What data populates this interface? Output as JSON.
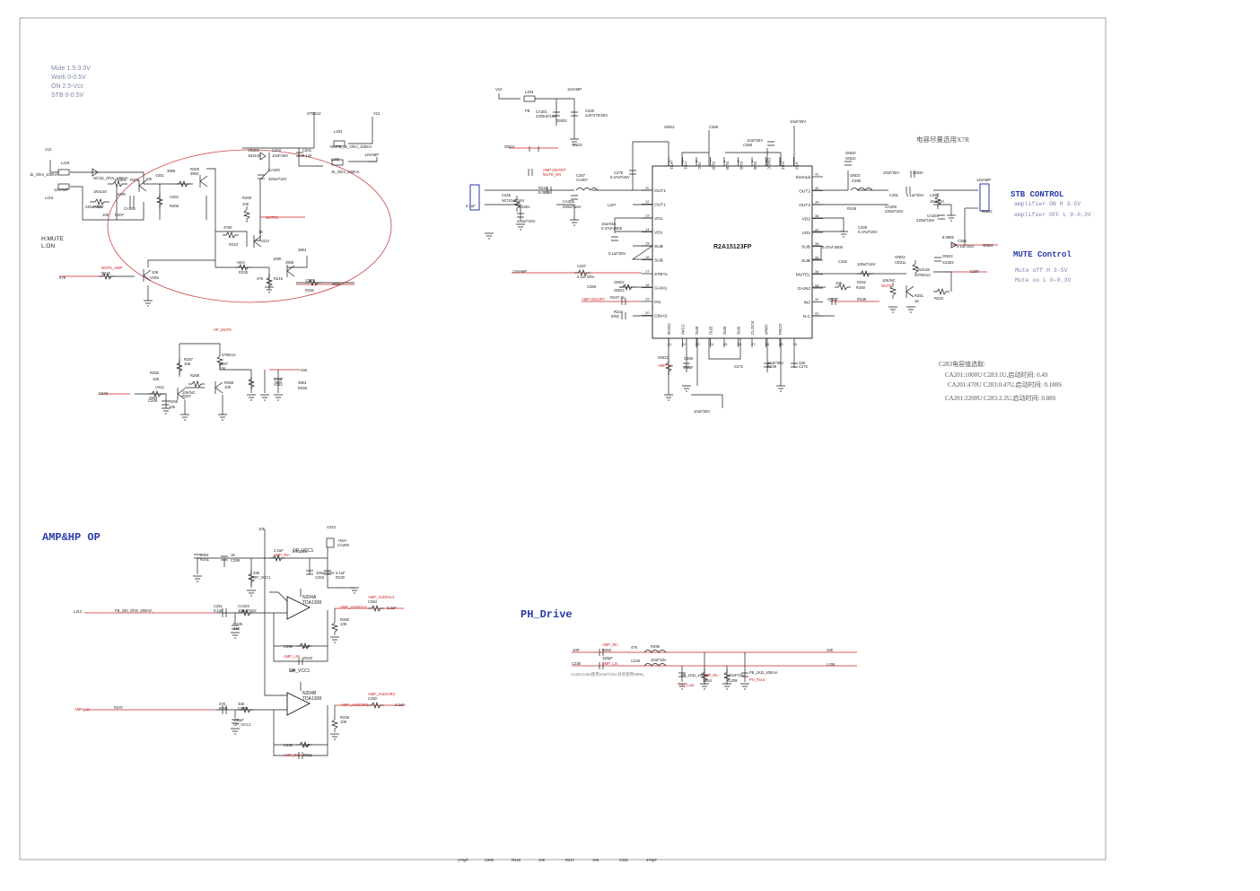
{
  "notes": {
    "mute_levels": [
      "Mute  1.5-3.0V",
      "Work  0-0.5V",
      "ON 2.5-Vcc",
      "STB 0-0.5V"
    ],
    "hmute": [
      "H:MUTE",
      "L:ON"
    ],
    "cap_note": "电容尽量选用X7R",
    "c283_title": "C283电容值选取:",
    "c283_rows": [
      "CA201:1000U   C283:1U,启动时间: 0.4S",
      "CA201:470U   C283:0.47U,启动时间: 0.188S",
      "CA201:2200U   C283:2.2U,启动时间: 0.88S"
    ],
    "ph_note": "C228,C254使用10uF/10V,封装使用0805。"
  },
  "titles": {
    "amp_hp": "AMP&HP OP",
    "ph_drive": "PH_Drive",
    "stb_control": "STB CONTROL",
    "stb_lines": [
      "amplifier ON H  3-5V",
      "amplifier OFF L  0-0.3V"
    ],
    "mute_control": "MUTE Control",
    "mute_lines": [
      "Mute off H  3-5V",
      "Mute on L   0-0.3V"
    ]
  },
  "ic": {
    "name": "R2A15123FP",
    "left_pins": [
      "OUT1",
      "OUT1",
      "VD1",
      "VD1",
      "SUB",
      "SUB",
      "STBYL",
      "GAIN1",
      "IN1",
      "CBIAS"
    ],
    "left_nums": [
      "11",
      "12",
      "13",
      "14",
      "15",
      "16",
      "17",
      "18",
      "19",
      "20"
    ],
    "right_pins": [
      "thermal",
      "OUT2",
      "OUT2",
      "VD2",
      "VD2",
      "SUB",
      "SUB",
      "MUTEL",
      "GAIN2",
      "IN2",
      "N.C"
    ],
    "right_nums": [
      "41",
      "40",
      "39",
      "38",
      "37",
      "36",
      "35",
      "34",
      "33",
      "32",
      "31"
    ],
    "top_pins": [
      "VS1",
      "HS1",
      "N.C",
      "SUB",
      "SUB",
      "SUB",
      "SUB",
      "DVCC",
      "HS2",
      "VS2"
    ],
    "top_nums": [
      "10",
      "9",
      "8",
      "7",
      "6",
      "5",
      "4",
      "3",
      "2",
      "1"
    ],
    "bottom_pins": [
      "ROSC",
      "AVCC",
      "SUB",
      "SUB",
      "SUB",
      "SUB",
      "CLOCK",
      "VREF",
      "PROT"
    ],
    "bottom_nums": [
      "21",
      "22",
      "23",
      "24",
      "25",
      "26",
      "27",
      "28",
      "29",
      "30"
    ]
  },
  "opamps": [
    {
      "ref": "N204A",
      "part": "TDA1308",
      "vcc": "OP_VCC1"
    },
    {
      "ref": "N204B",
      "part": "TDA1308",
      "vcc": "OP_VCC1"
    }
  ],
  "labels": [
    "V12",
    "12VAMP",
    "L203",
    "FB",
    "CA201",
    "2200uF/16V",
    "C226",
    "1uF/X7R/25V",
    "GND2",
    "GND3",
    "GND0",
    "V12",
    "STBS12",
    "L204",
    "NC/FB_1k_Ohm_100mA",
    "12VAMP",
    "VD202",
    "1N4148",
    "C204",
    "10uF/16V",
    "C202",
    "0.1uF",
    "L202",
    "1k_Ohm_100mA",
    "CA200",
    "220uF/16V",
    "R209",
    "10K",
    "MUTE1",
    "V12",
    "L218",
    "1k_Ohm_100mA",
    "12VAMP",
    "L219",
    "NC/1k_Ohm_100mA",
    "1N4148",
    "VD201",
    "R201",
    "100R",
    "CA206",
    "220uF/16V",
    "R204",
    "10K",
    "R207",
    "10K",
    "V201",
    "3906",
    "R205",
    "3804",
    "V202",
    "R206",
    "470K",
    "R210",
    "1K",
    "V313",
    "3904",
    "+5VA",
    "R226",
    "47K",
    "R216",
    "100K",
    "3906",
    "V307",
    "R282",
    "47K",
    "MUTE_AMP",
    "R224",
    "10K",
    "V205",
    "3904",
    "HP_MUTE",
    "STBS12",
    "R257",
    "10K",
    "R267",
    "10K",
    "R255",
    "10K",
    "R268",
    "10K/NC",
    "R267",
    "V312",
    "3904",
    "R259",
    "10K",
    "R258",
    "10K",
    "C249",
    "0.1uF",
    "V322",
    "3904",
    "R256",
    "10K",
    "C243",
    "0.1uF",
    "C245",
    "NC/10uF/16V",
    "AMP ON/OFF",
    "MUTE_EN",
    "XS201",
    "R242",
    "8.0805",
    "CA205",
    "220uF/16V",
    "C267",
    "CA207",
    "220uF/16V",
    "C278",
    "0.47uF/25V",
    "L207",
    "15uH/3A",
    "0.47uF,0805",
    "C269",
    "0.1uF/25V",
    "12VAMP",
    "C267",
    "0.1uF/25V",
    "GND2",
    "GND3",
    "AMP ON/OFF",
    "R247",
    "1K",
    "R244",
    "0/NC",
    "GND2",
    "AMP_Lin",
    "C268",
    "2.2uF",
    "C271",
    "10uF/35V",
    "R239",
    "33K",
    "C272",
    "10uF/25V",
    "GND2",
    "C266",
    "10uF/25V",
    "C268",
    "10uF/25V",
    "GND0",
    "GND2",
    "GND2",
    "C298",
    "10uF/25V",
    "GND0",
    "C261",
    "0.1uF/25V",
    "L206",
    "15uH/3A",
    "CA208",
    "220uF/16V",
    "CA203",
    "220uF/16V",
    "R248",
    "8.0805",
    "C209",
    "0.47uF/25V",
    "C262",
    "0.47uF,0805",
    "12VAMP",
    "GND2",
    "C284",
    "0.1uF/25V",
    "GND4",
    "GND3",
    "XS203",
    "GND2",
    "VD211",
    "1N4148",
    "STBS12",
    "C287",
    "100uF/16V",
    "R262",
    "10K",
    "R260",
    "10K/NC",
    "MUTE",
    "R251",
    "1K",
    "R234",
    "GND3",
    "R238",
    "10K",
    "V223",
    "3904",
    "R241",
    "1K",
    "C289",
    "2.2uF",
    "AMP_Rin",
    "2.5Vbuf1",
    "+5VA",
    "CA209",
    "100uF/16V",
    "C253",
    "0.1uF",
    "R230",
    "33K",
    "OP_VCC1",
    "L212",
    "FB_330_Ohm_600mA",
    "C251",
    "0.1uF",
    "CA204",
    "100uF/16V",
    "R235",
    "33K",
    "AMP_AUDIOL3",
    "AMP_AUDIOL3",
    "C264",
    "2.2uF",
    "R265",
    "10K",
    "C259",
    "1nF",
    "AMP_LIN",
    "R233",
    "10R",
    "AMP_Lin",
    "R237",
    "47K",
    "R281",
    "33K",
    "C235",
    "150pF",
    "OP_VCC1",
    "AMP_AUDIOR3",
    "AMP_AUDIOR3",
    "C250",
    "2.2uF",
    "R236",
    "10K",
    "C236",
    "1nF",
    "AMP_RIN",
    "R261",
    "10R",
    "AMP_Rin",
    "R263",
    "47K",
    "R295",
    "33K",
    "C236",
    "150pF",
    "AMP_Lin",
    "C228",
    "10uF/10v",
    "L208",
    "FB_1KΩ_100mA",
    "PH_Lout",
    "AMP_Rin",
    "C254",
    "10uF/10v",
    "L209",
    "FB_1KΩ_100mA",
    "PH_Rout",
    "470pF",
    "C260",
    "R318",
    "10K",
    "R317",
    "10K",
    "C251",
    "470pF"
  ],
  "colors": {
    "wire": "#1a1a1a",
    "net": "#cc2222",
    "blue": "#2a3aa8",
    "part": "#222222",
    "note": "#7a86a8"
  }
}
